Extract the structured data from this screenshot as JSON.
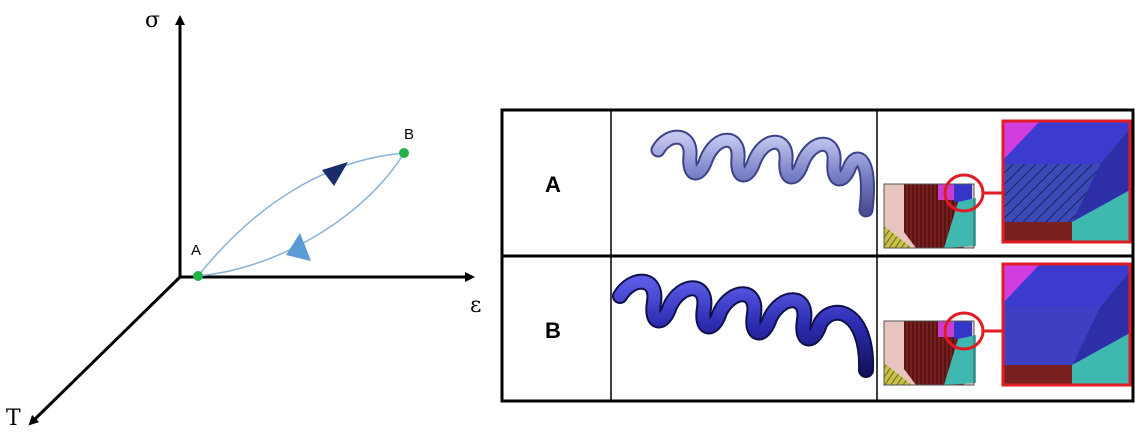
{
  "axes": {
    "vertical_label": "σ",
    "horizontal_label": "ε",
    "diagonal_label": "T"
  },
  "points": {
    "start_label": "A",
    "end_label": "B"
  },
  "table": {
    "rows": [
      {
        "label": "A"
      },
      {
        "label": "B"
      }
    ]
  },
  "colors": {
    "point": "#22b14c",
    "path": "#8fb4d9",
    "arrow_forward": "#1a2d6b",
    "arrow_return": "#5a9bd5",
    "spring_row_a": "#7b82c8",
    "spring_row_b": "#2b2bb0",
    "highlight": "#e01b24"
  },
  "icons": [
    "spring-icon",
    "crystal-block-icon",
    "zoom-circle-icon",
    "zoom-detail-icon"
  ]
}
